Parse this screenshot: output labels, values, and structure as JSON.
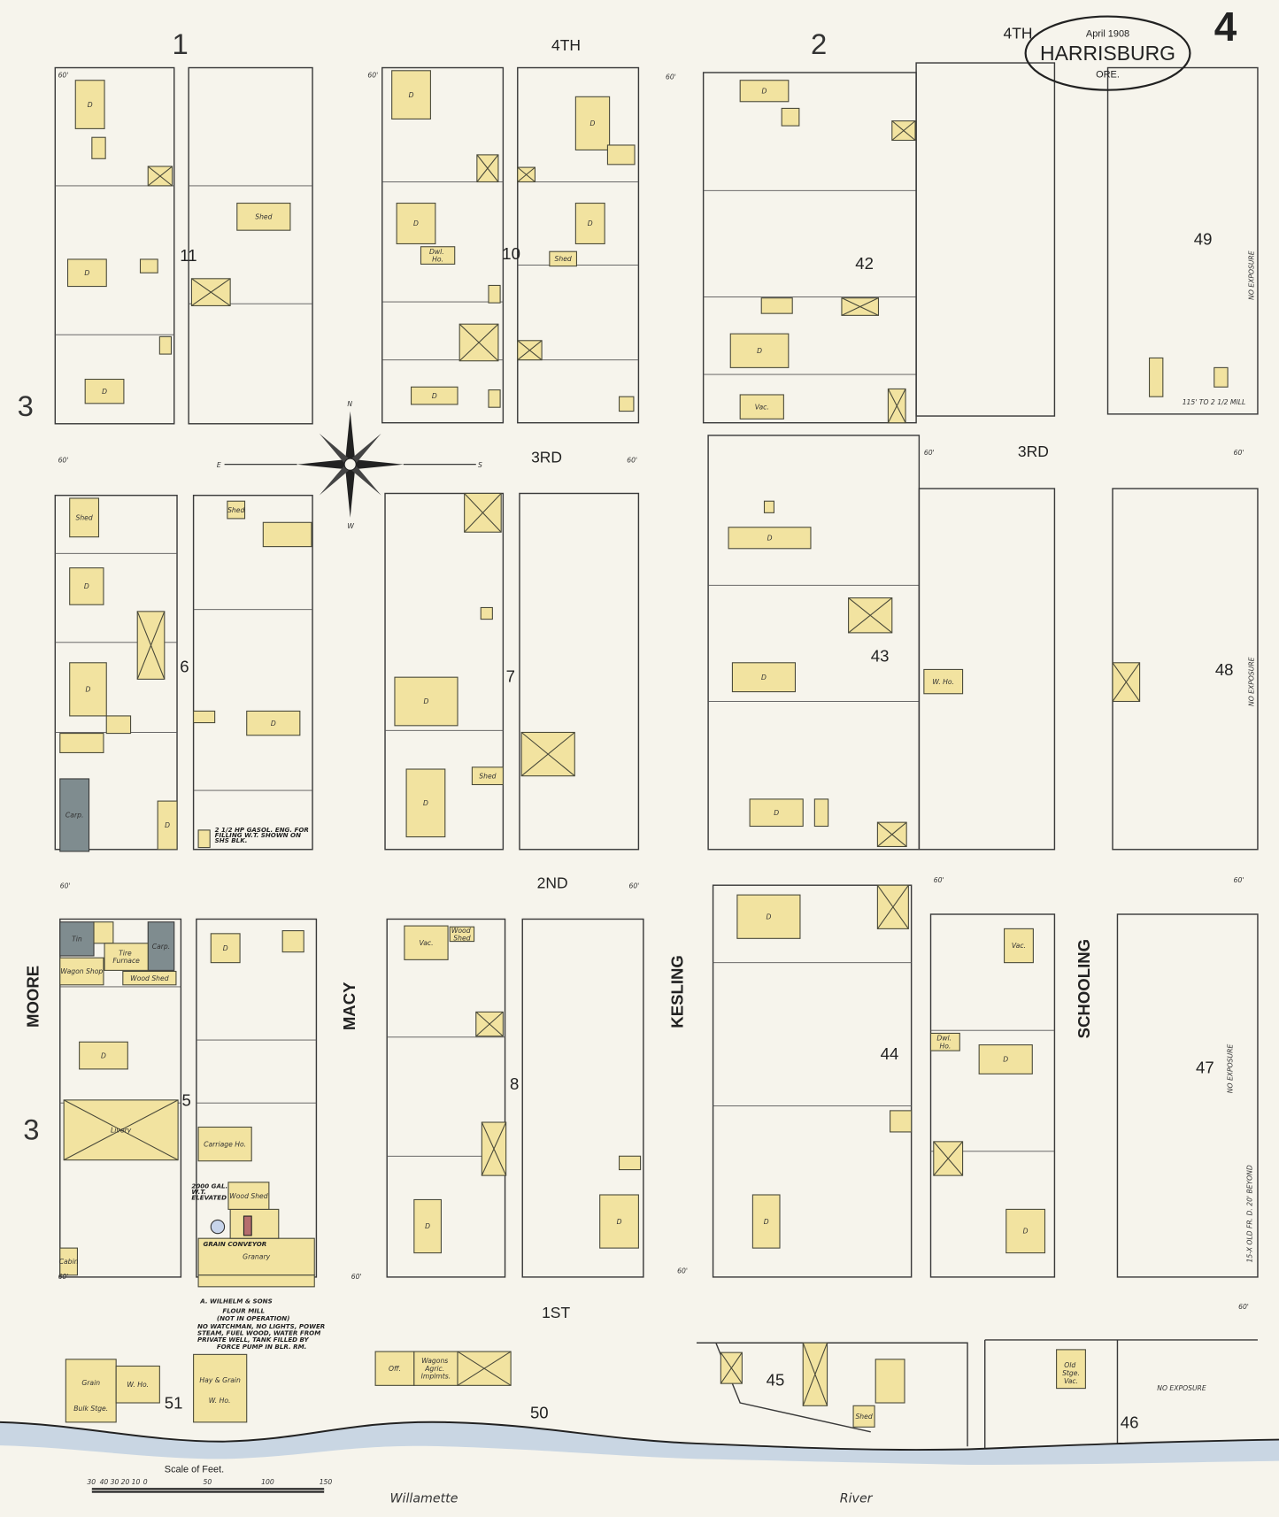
{
  "title": {
    "date": "April 1908",
    "city": "HARRISBURG",
    "state": "ORE.",
    "sheet_number": "4"
  },
  "streets": {
    "horizontal": [
      "4TH",
      "4TH",
      "3RD",
      "3RD",
      "2ND",
      "1ST"
    ],
    "vertical": [
      "MOORE",
      "MACY",
      "KESLING",
      "SCHOOLING"
    ]
  },
  "ref_numbers": [
    "1",
    "2",
    "3",
    "3"
  ],
  "blocks": [
    "11",
    "10",
    "42",
    "49",
    "6",
    "7",
    "43",
    "48",
    "5",
    "8",
    "44",
    "47",
    "51",
    "50",
    "45",
    "46"
  ],
  "street_widths": "60'",
  "exposure_notes": [
    "NO EXPOSURE",
    "NO EXPOSURE",
    "NO EXPOSURE",
    "NO EXPOSURE",
    "15-X OLD FR. D. 20' BEYOND"
  ],
  "building_labels": [
    "D",
    "Shed",
    "Dwl. Ho.",
    "Vac.",
    "W. Ho.",
    "Carp.",
    "Tin",
    "Wagon Shop",
    "Wood Shed",
    "Livery",
    "Carriage Ho.",
    "Cabin",
    "Granary",
    "Grain",
    "Bulk Stge.",
    "Hay & Grain",
    "Off.",
    "Wagons Agric. Implmts.",
    "Old Stge.",
    "Tire Furnace"
  ],
  "mill": {
    "name": "A. WILHELM & SONS",
    "type": "FLOUR MILL",
    "status": "(NOT IN OPERATION)",
    "notes": [
      "NO WATCHMAN, NO LIGHTS, POWER",
      "STEAM, FUEL WOOD, WATER FROM",
      "PRIVATE WELL, TANK FILLED BY",
      "FORCE PUMP IN BLR. RM."
    ],
    "tank": "2000 GAL. W.T. ELEVATED",
    "grain_conveyor": "GRAIN CONVEYOR"
  },
  "misc_notes": [
    "2 1/2 HP GASOL. ENG. FOR FILLING W.T. SHOWN ON SHS BLK.",
    "115' TO 2 1/2 MILL"
  ],
  "scale": {
    "title": "Scale of Feet.",
    "ticks": [
      "30",
      "40",
      "30",
      "20",
      "10",
      "0",
      "50",
      "100",
      "150"
    ]
  },
  "river": {
    "name_part1": "Willamette",
    "name_part2": "River"
  },
  "colors": {
    "dwelling": "#f2e3a0",
    "brick_or_stone": "#7f8c8f",
    "water": "#c9d6e3",
    "paper": "#f6f4ec"
  },
  "compass": {
    "n": "N",
    "s": "S",
    "e": "E",
    "w": "W"
  }
}
